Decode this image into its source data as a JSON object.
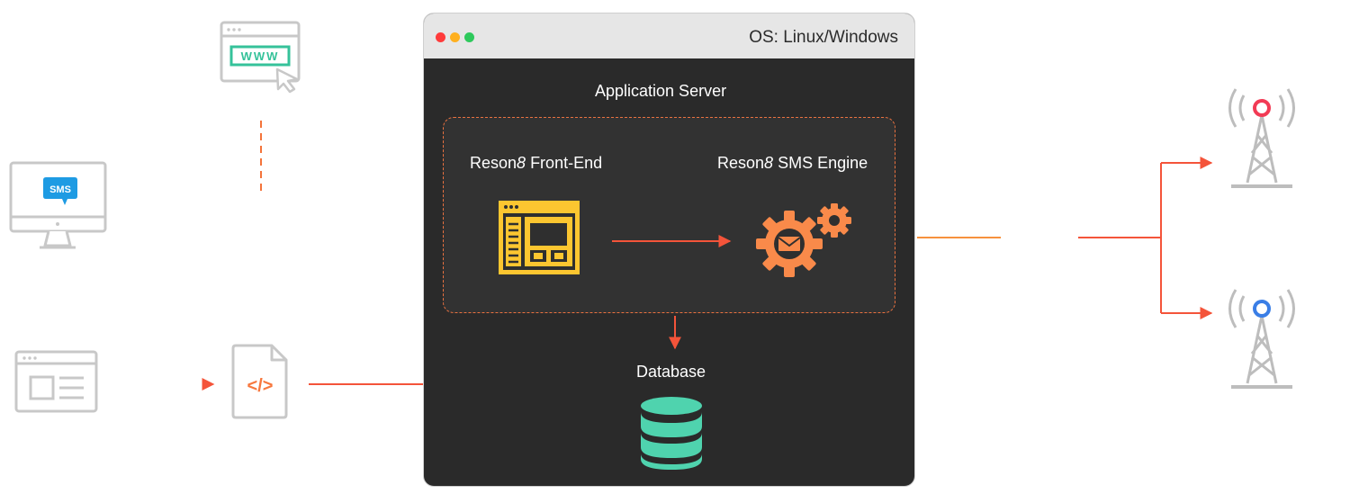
{
  "server": {
    "os_label": "OS: Linux/Windows",
    "app_server_label": "Application Server",
    "frontend": {
      "brand": "Reson",
      "digit": "8",
      "name": "Front-End"
    },
    "engine": {
      "brand": "Reson",
      "digit": "8",
      "name": "SMS Engine"
    },
    "database_label": "Database",
    "window_dots": [
      "#ff3b3b",
      "#ffb020",
      "#2ec95c"
    ]
  },
  "sources": {
    "sms_badge": "SMS",
    "www_label": "WWW",
    "code_label": "</>"
  },
  "icons": [
    "browser-www-icon",
    "sms-monitor-icon",
    "webpage-icon",
    "code-file-icon",
    "frontend-window-icon",
    "gears-envelope-icon",
    "database-icon",
    "tower-red-icon",
    "tower-blue-icon"
  ],
  "colors": {
    "arrow": "#f4543a",
    "arrow_orange": "#f7913d",
    "frontend_yellow": "#fcc630",
    "gear_orange": "#f98a4a",
    "database_teal": "#4fd3ae",
    "icon_gray": "#c8c8c8",
    "tower_red": "#f23b55",
    "tower_blue": "#3a7ee6"
  }
}
